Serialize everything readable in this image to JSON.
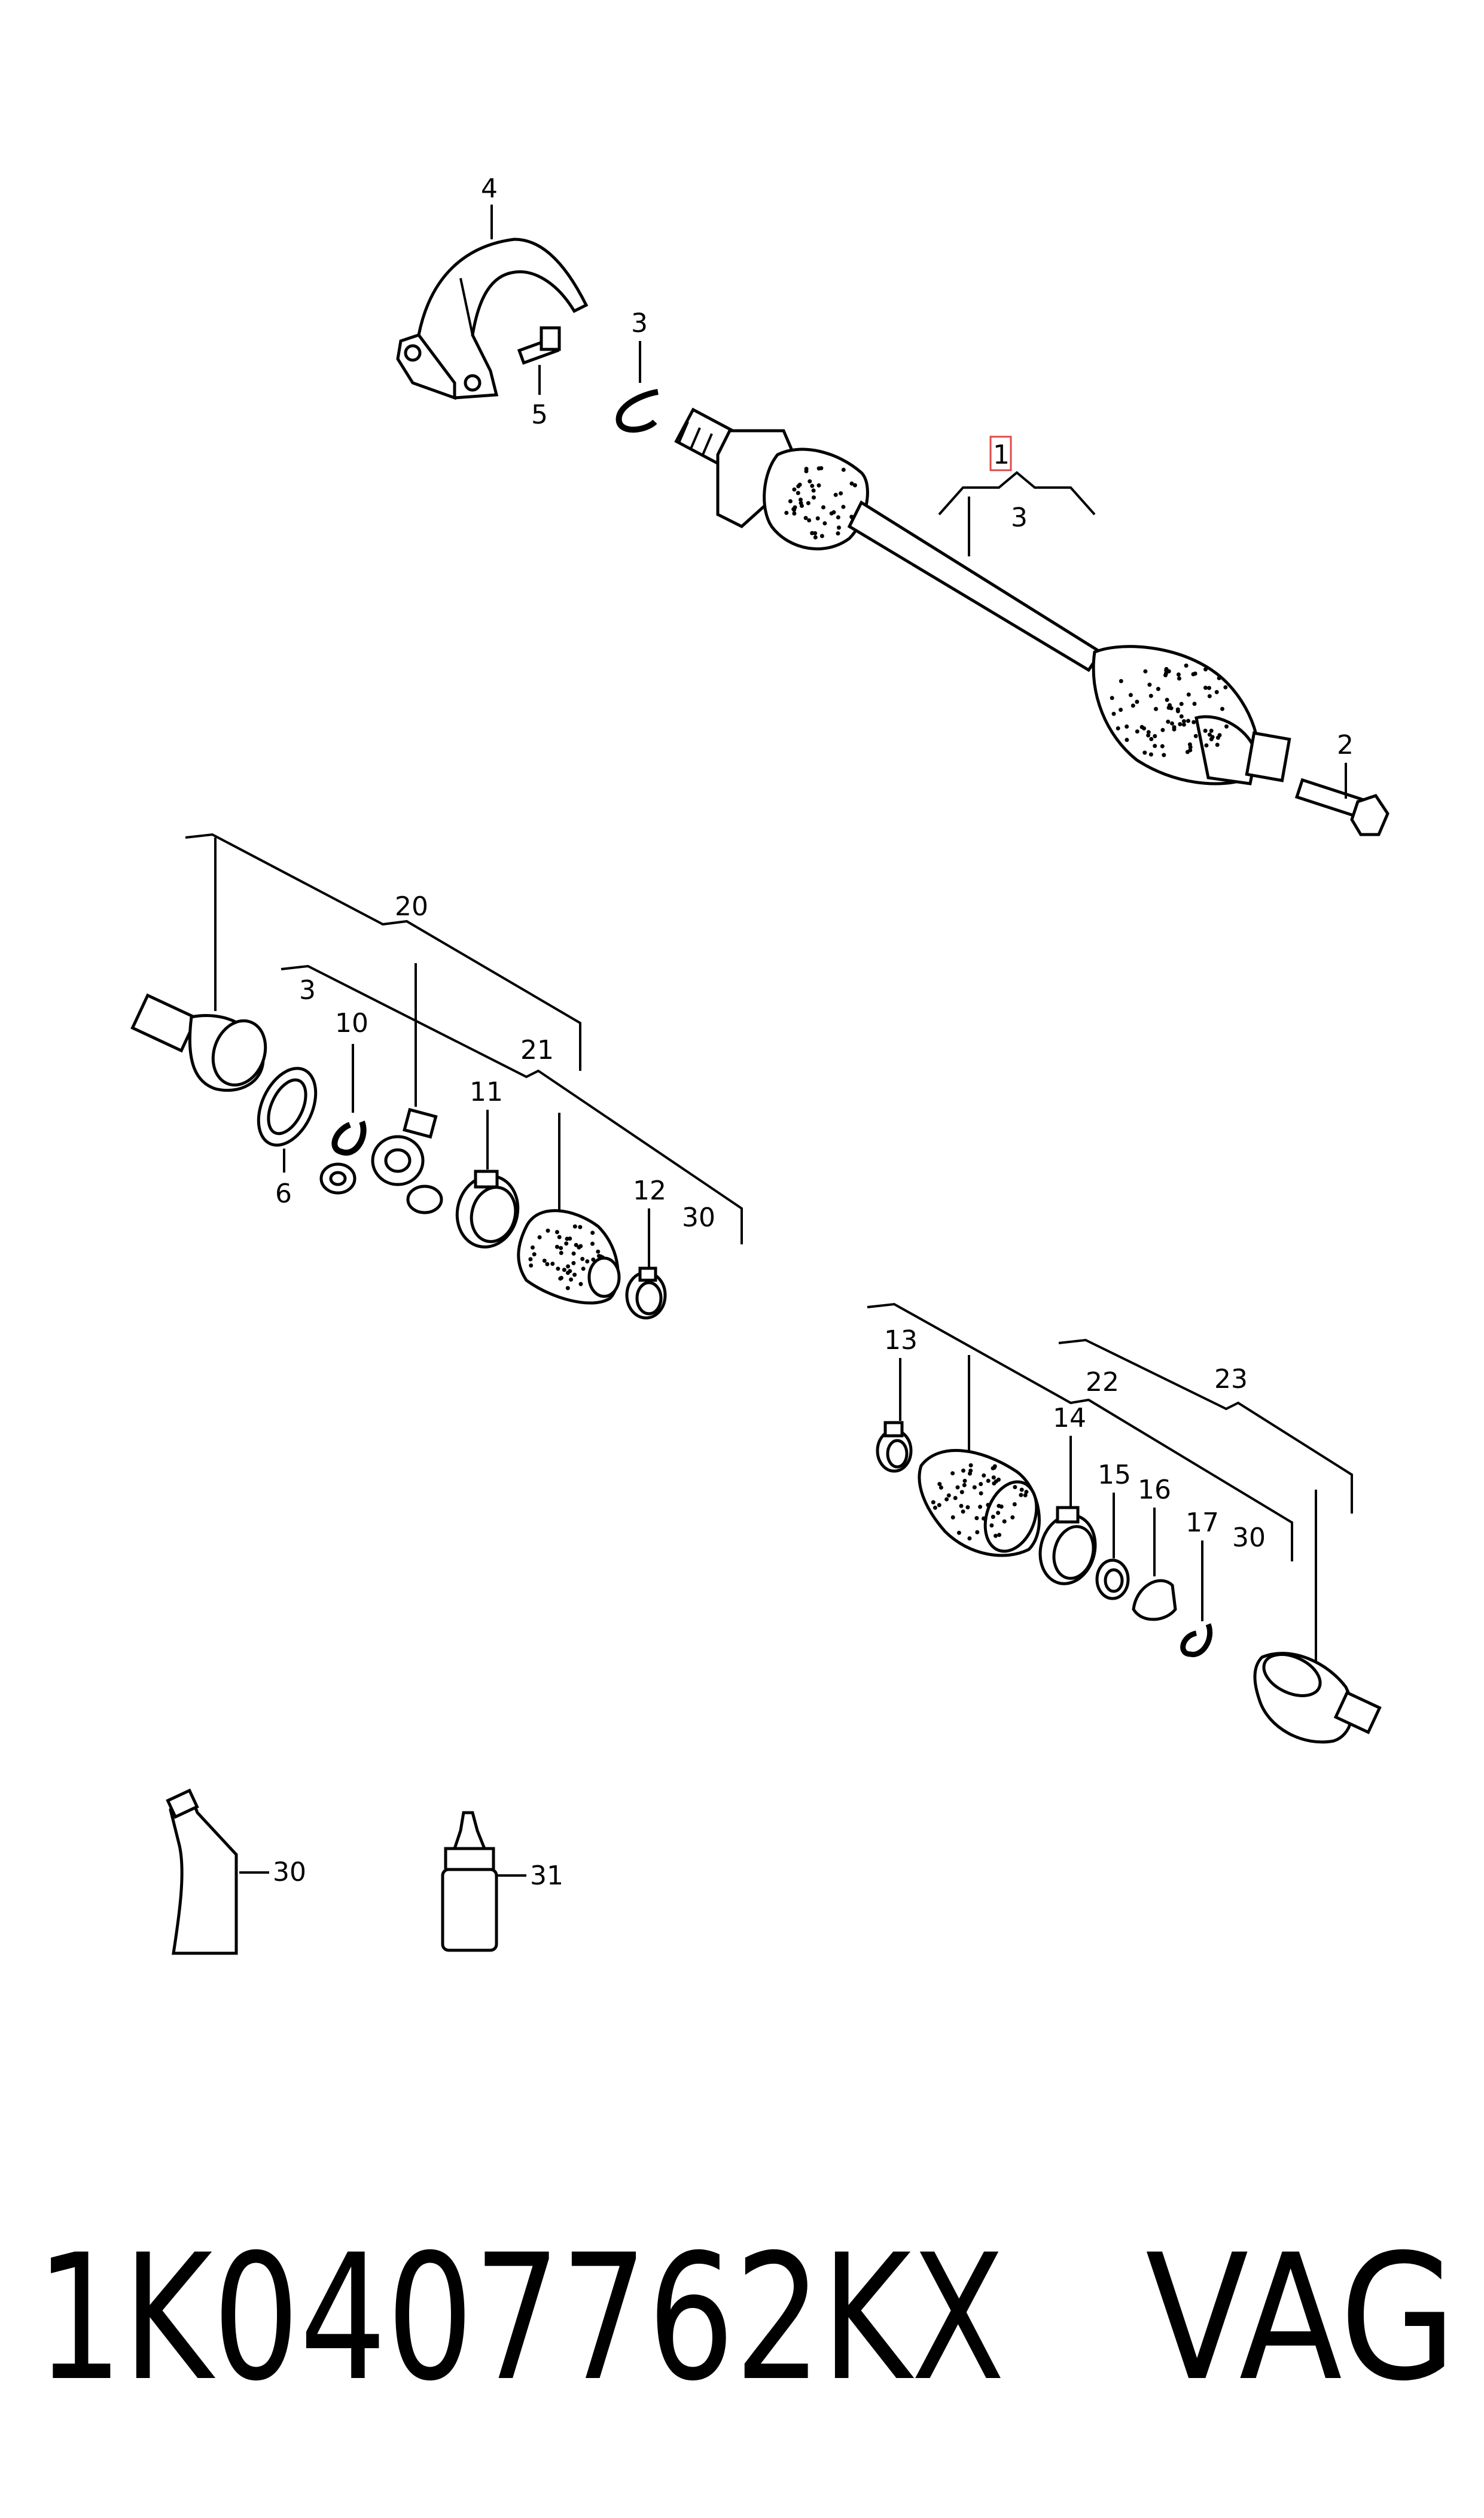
{
  "labels": {
    "l1": "1",
    "l2": "2",
    "l3a": "3",
    "l3b": "3",
    "l3c": "3",
    "l4": "4",
    "l5": "5",
    "l6": "6",
    "l10": "10",
    "l11": "11",
    "l12": "12",
    "l13": "13",
    "l14": "14",
    "l15": "15",
    "l16": "16",
    "l17": "17",
    "l20": "20",
    "l21": "21",
    "l22": "22",
    "l23": "23",
    "l30a": "30",
    "l30b": "30",
    "l30c": "30",
    "l31": "31"
  },
  "footer": {
    "part_number": "1K0407762KX",
    "brand": "VAG"
  },
  "highlight_color": "#e0494a"
}
